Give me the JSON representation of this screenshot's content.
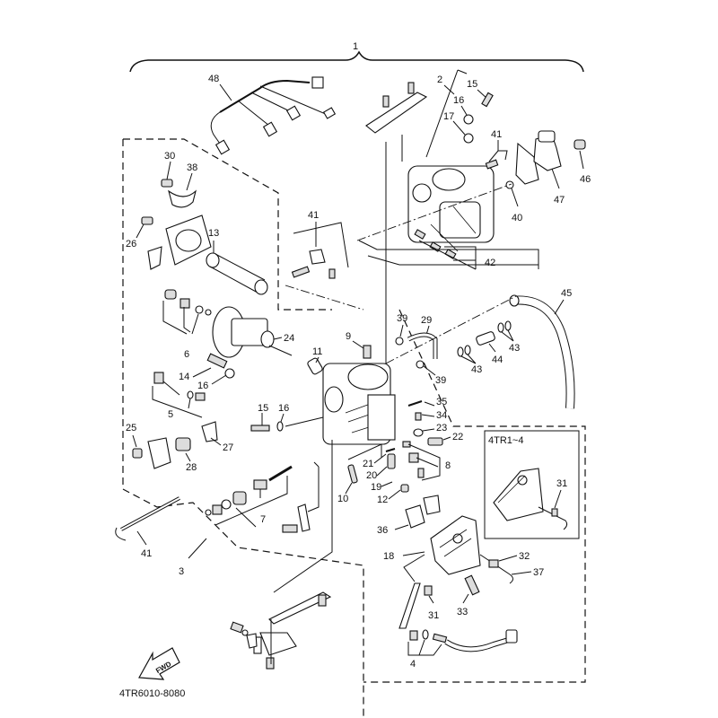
{
  "diagram": {
    "title_code": "4TR6010-8080",
    "fwd_label": "FWD",
    "inset_label": "4TR1~4",
    "assembly_label": "1",
    "callouts": {
      "c1": "1",
      "c2": "2",
      "c3": "3",
      "c4": "4",
      "c5": "5",
      "c6": "6",
      "c7": "7",
      "c8": "8",
      "c9": "9",
      "c10": "10",
      "c11": "11",
      "c12": "12",
      "c13": "13",
      "c14": "14",
      "c15a": "15",
      "c15b": "15",
      "c16a": "16",
      "c16b": "16",
      "c16c": "16",
      "c17": "17",
      "c18": "18",
      "c19": "19",
      "c20": "20",
      "c21": "21",
      "c22": "22",
      "c23": "23",
      "c24": "24",
      "c25": "25",
      "c26": "26",
      "c27": "27",
      "c28": "28",
      "c29": "29",
      "c30": "30",
      "c31a": "31",
      "c31b": "31",
      "c32": "32",
      "c33": "33",
      "c34": "34",
      "c35": "35",
      "c36": "36",
      "c37": "37",
      "c38": "38",
      "c39a": "39",
      "c39b": "39",
      "c40": "40",
      "c41a": "41",
      "c41b": "41",
      "c41c": "41",
      "c42": "42",
      "c43a": "43",
      "c43b": "43",
      "c44": "44",
      "c45": "45",
      "c46": "46",
      "c47": "47",
      "c48": "48"
    }
  }
}
